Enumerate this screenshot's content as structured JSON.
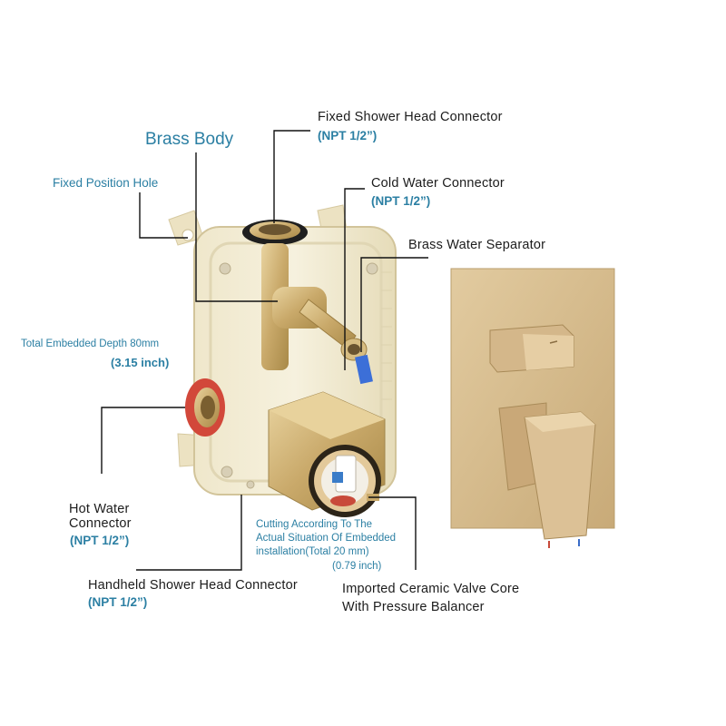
{
  "labels": {
    "brass_body": "Brass Body",
    "fixed_position_hole": "Fixed Position Hole",
    "fixed_shower_head": "Fixed Shower Head Connector",
    "fixed_shower_head_npt": "(NPT 1/2”)",
    "cold_water": "Cold Water Connector",
    "cold_water_npt": "(NPT 1/2”)",
    "brass_separator": "Brass Water Separator",
    "embedded_depth": "Total Embedded Depth 80mm",
    "embedded_depth_inch": "(3.15 inch)",
    "hot_water_line1": "Hot Water",
    "hot_water_line2": "Connector",
    "hot_water_npt": "(NPT 1/2”)",
    "cutting_line1": "Cutting According To The",
    "cutting_line2": "Actual Situation Of Embedded",
    "cutting_line3": "installation(Total 20 mm)",
    "cutting_inch": "(0.79 inch)",
    "handheld": "Handheld Shower Head Connector",
    "handheld_npt": "(NPT 1/2”)",
    "valve_core_line1": "Imported Ceramic Valve Core",
    "valve_core_line2": "With Pressure Balancer"
  },
  "colors": {
    "label_blue": "#2b7fa3",
    "label_black": "#1c1c1c",
    "brass": "#c9a96a",
    "housing": "#ece4c6"
  }
}
